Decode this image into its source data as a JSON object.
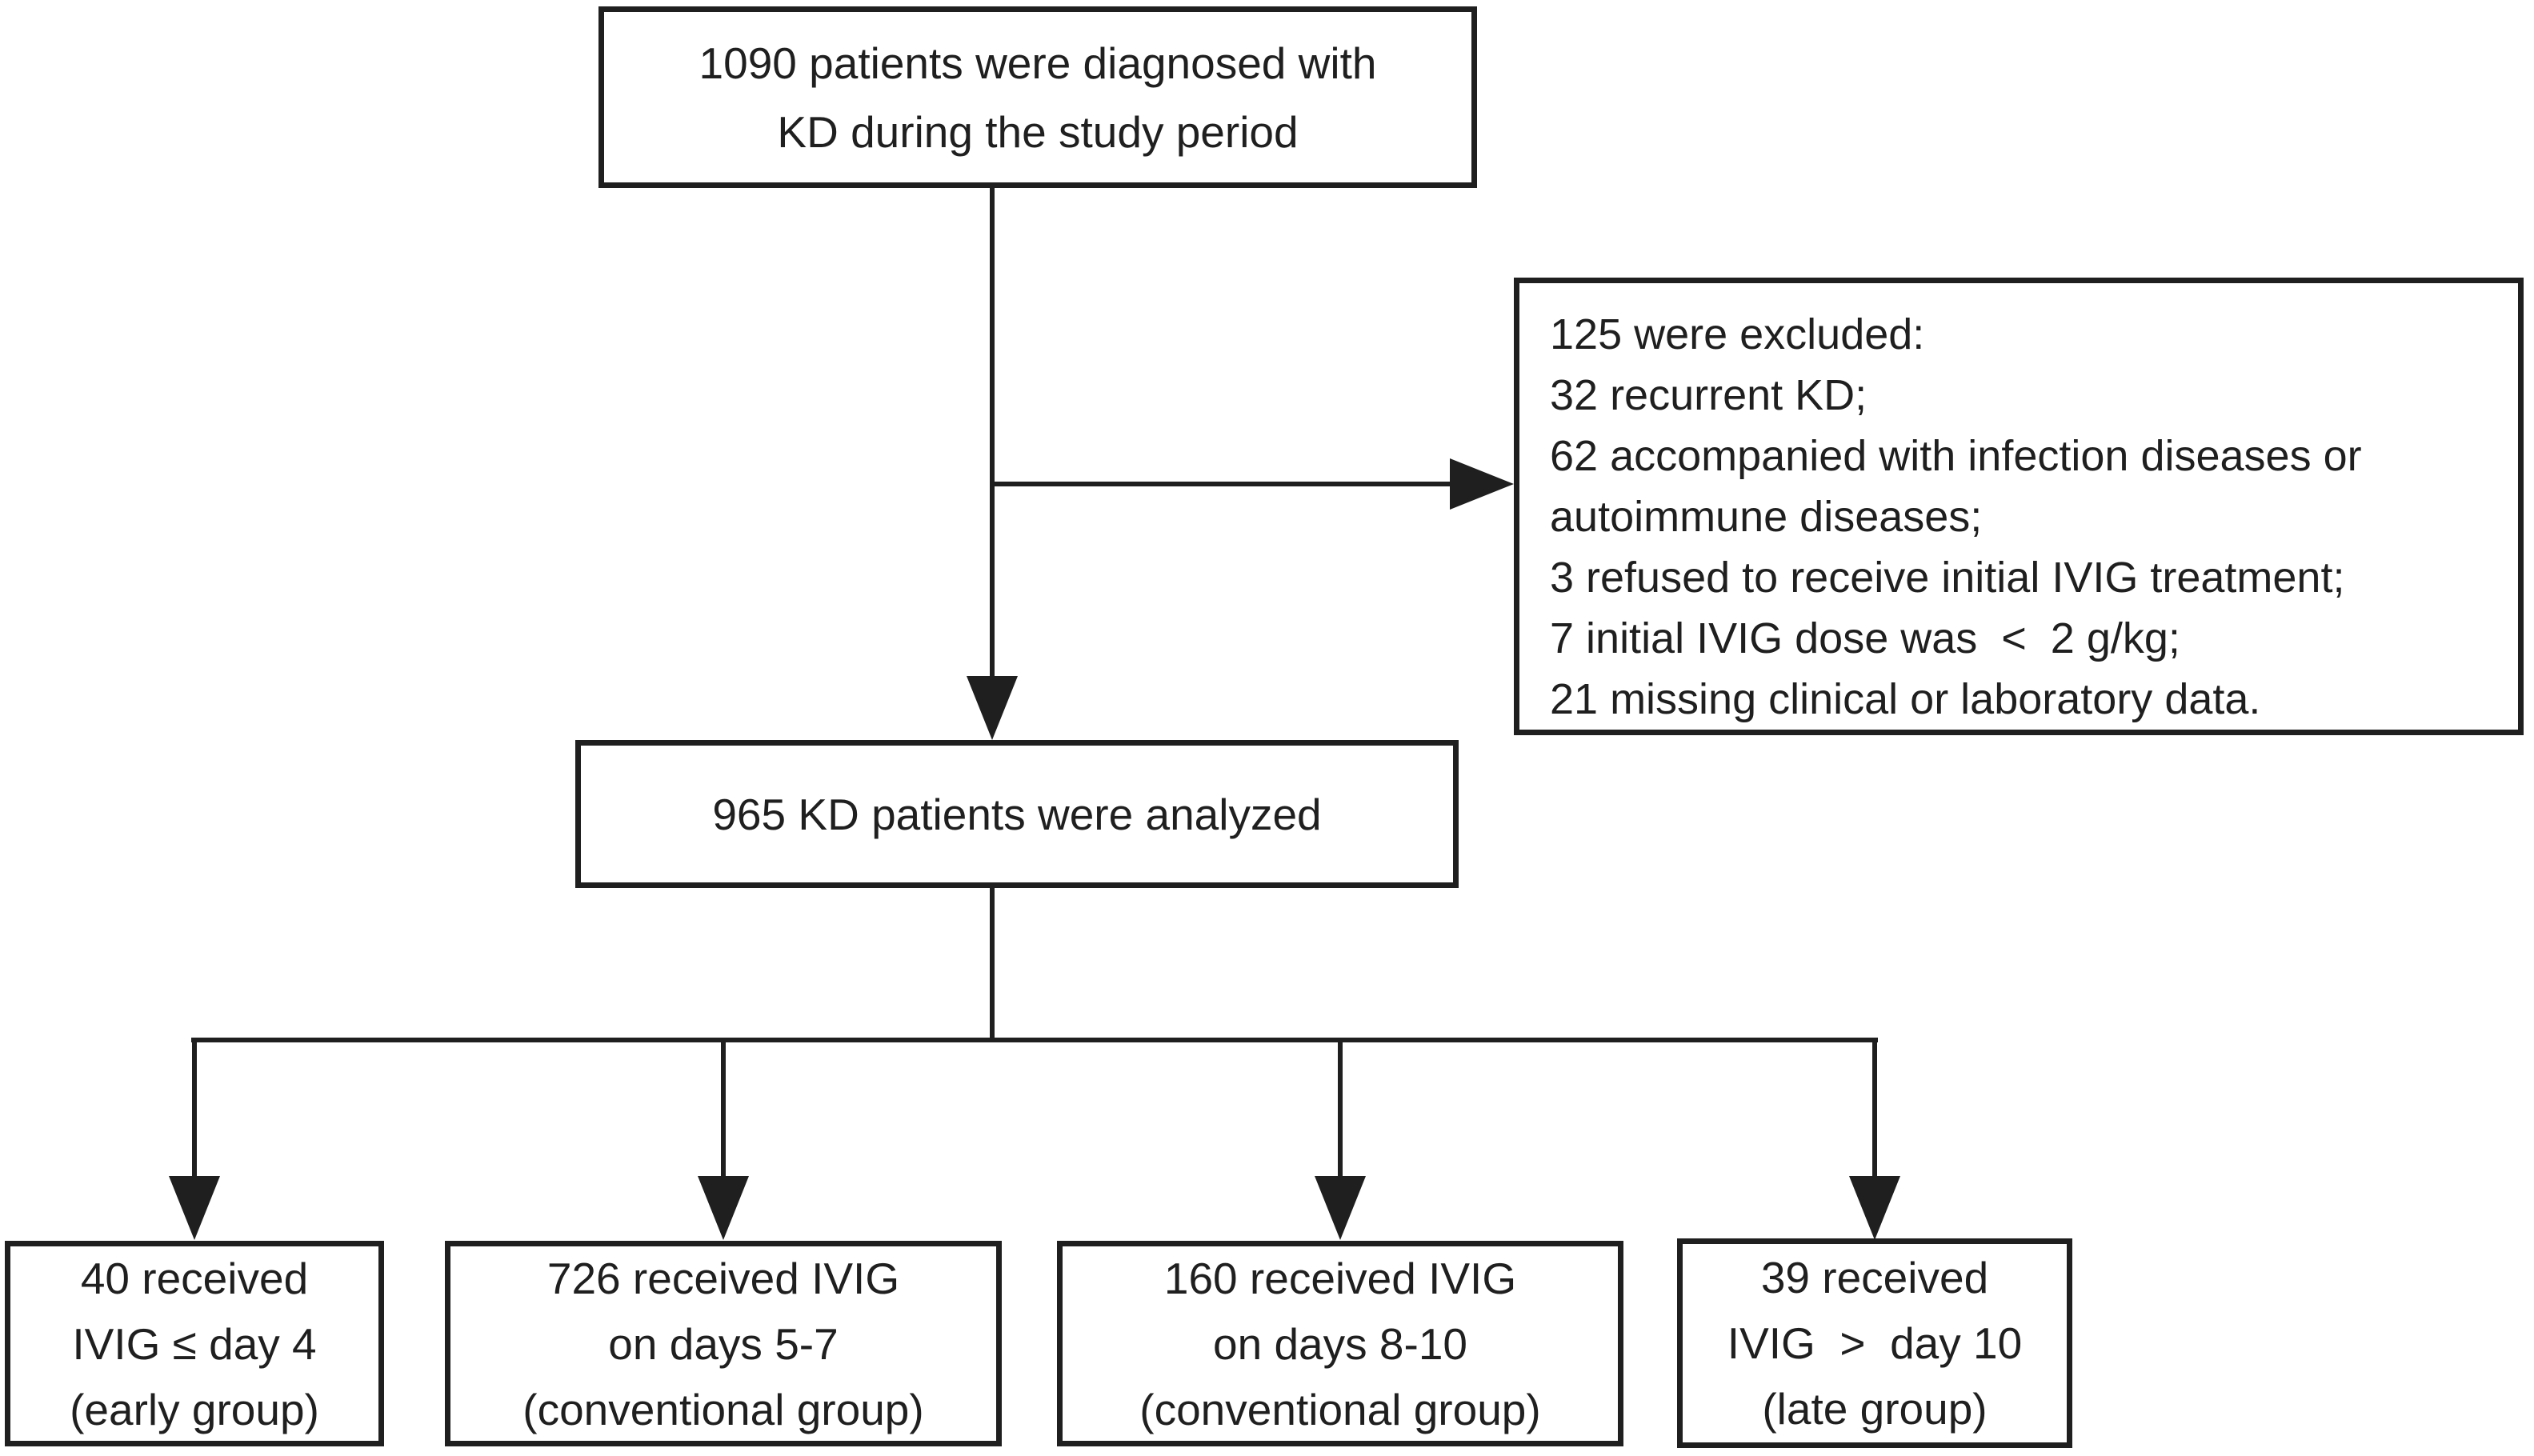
{
  "colors": {
    "background": "#ffffff",
    "line": "#1f1f1f",
    "text": "#1f1f1f"
  },
  "nodes": {
    "diagnosed": {
      "lines": [
        "1090 patients were diagnosed with",
        "KD during the study period"
      ]
    },
    "excluded": {
      "lines": [
        "125 were excluded:",
        "32 recurrent KD;",
        "62 accompanied with infection diseases or",
        "autoimmune diseases;",
        "3 refused to receive initial IVIG treatment;",
        "7 initial IVIG dose was  <  2 g/kg;",
        "21 missing clinical or laboratory data."
      ]
    },
    "analyzed": {
      "lines": [
        "965 KD patients were analyzed"
      ]
    },
    "early": {
      "lines": [
        "40 received",
        "IVIG ≤ day 4",
        "(early group)"
      ]
    },
    "conventional_5_7": {
      "lines": [
        "726 received IVIG",
        "on days 5-7",
        "(conventional group)"
      ]
    },
    "conventional_8_10": {
      "lines": [
        "160 received IVIG",
        "on days 8-10",
        "(conventional group)"
      ]
    },
    "late": {
      "lines": [
        "39 received",
        "IVIG  >  day 10",
        "(late group)"
      ]
    }
  }
}
